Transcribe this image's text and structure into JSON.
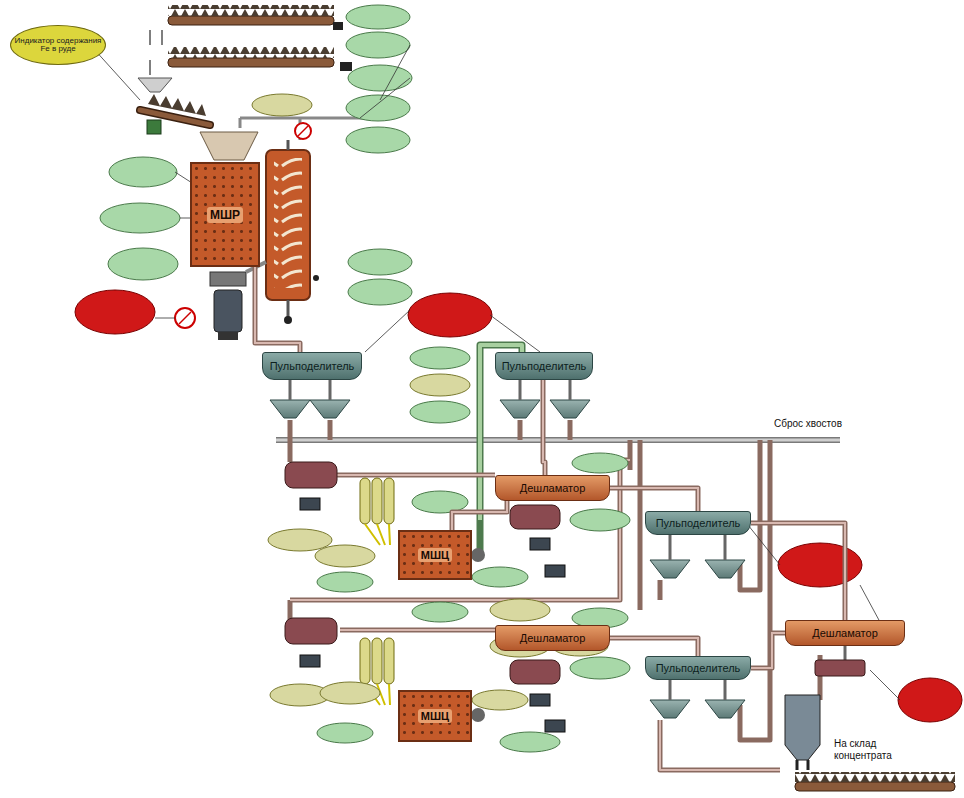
{
  "diagram": {
    "nodes": [
      {
        "text": [
          "Индикатор содержания Fe в руде"
        ]
      },
      {
        "text": [
          "МШР"
        ]
      },
      {
        "text": [
          "Пульподелитель"
        ]
      },
      {
        "text": [
          "Пульподелитель"
        ]
      },
      {
        "text": [
          "Дешламатор"
        ]
      },
      {
        "text": [
          "МШЦ"
        ]
      },
      {
        "text": [
          "Пульподелитель"
        ]
      },
      {
        "text": [
          "Дешламатор"
        ]
      },
      {
        "text": [
          "МШЦ"
        ]
      },
      {
        "text": [
          "Пульподелитель"
        ]
      },
      {
        "text": [
          "Дешламатор"
        ]
      }
    ],
    "edges": [
      {
        "from": 1,
        "to": 2,
        "arrow": "none"
      },
      {
        "from": 3,
        "to": 4,
        "arrow": "none"
      },
      {
        "from": 4,
        "to": 5,
        "arrow": "none"
      },
      {
        "from": 4,
        "to": 6,
        "arrow": "none"
      },
      {
        "from": 7,
        "to": 9,
        "arrow": "none"
      },
      {
        "from": 6,
        "to": 10,
        "arrow": "none"
      },
      {
        "from": 9,
        "to": 10,
        "arrow": "none"
      }
    ],
    "labels": [
      "Сброс хвостов",
      "На склад концентрата"
    ]
  }
}
